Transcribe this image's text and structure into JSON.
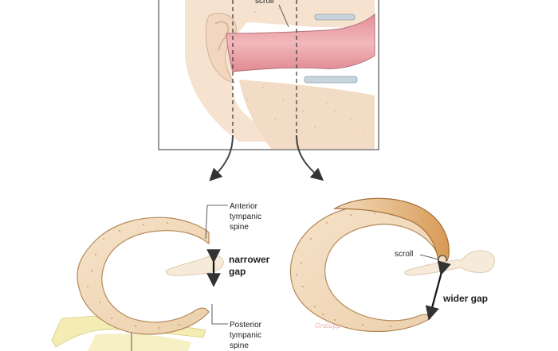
{
  "labels": {
    "top_scroll": "scroll",
    "anterior_line1": "Anterior",
    "anterior_line2": "tympanic",
    "anterior_line3": "spine",
    "narrower_line1": "narrower",
    "narrower_line2": "gap",
    "posterior_line1": "Posterior",
    "posterior_line2": "tympanic",
    "posterior_line3": "spine",
    "right_scroll": "scroll",
    "wider_gap": "wider gap"
  },
  "signature": "Gralapp",
  "colors": {
    "bone": "#f2dcc0",
    "bone_outline": "#b4895a",
    "canal_pink": "#e9a3a8",
    "skin": "#f7e6d6",
    "cartilage_yellow": "#f3eab0",
    "frame": "#555555"
  }
}
